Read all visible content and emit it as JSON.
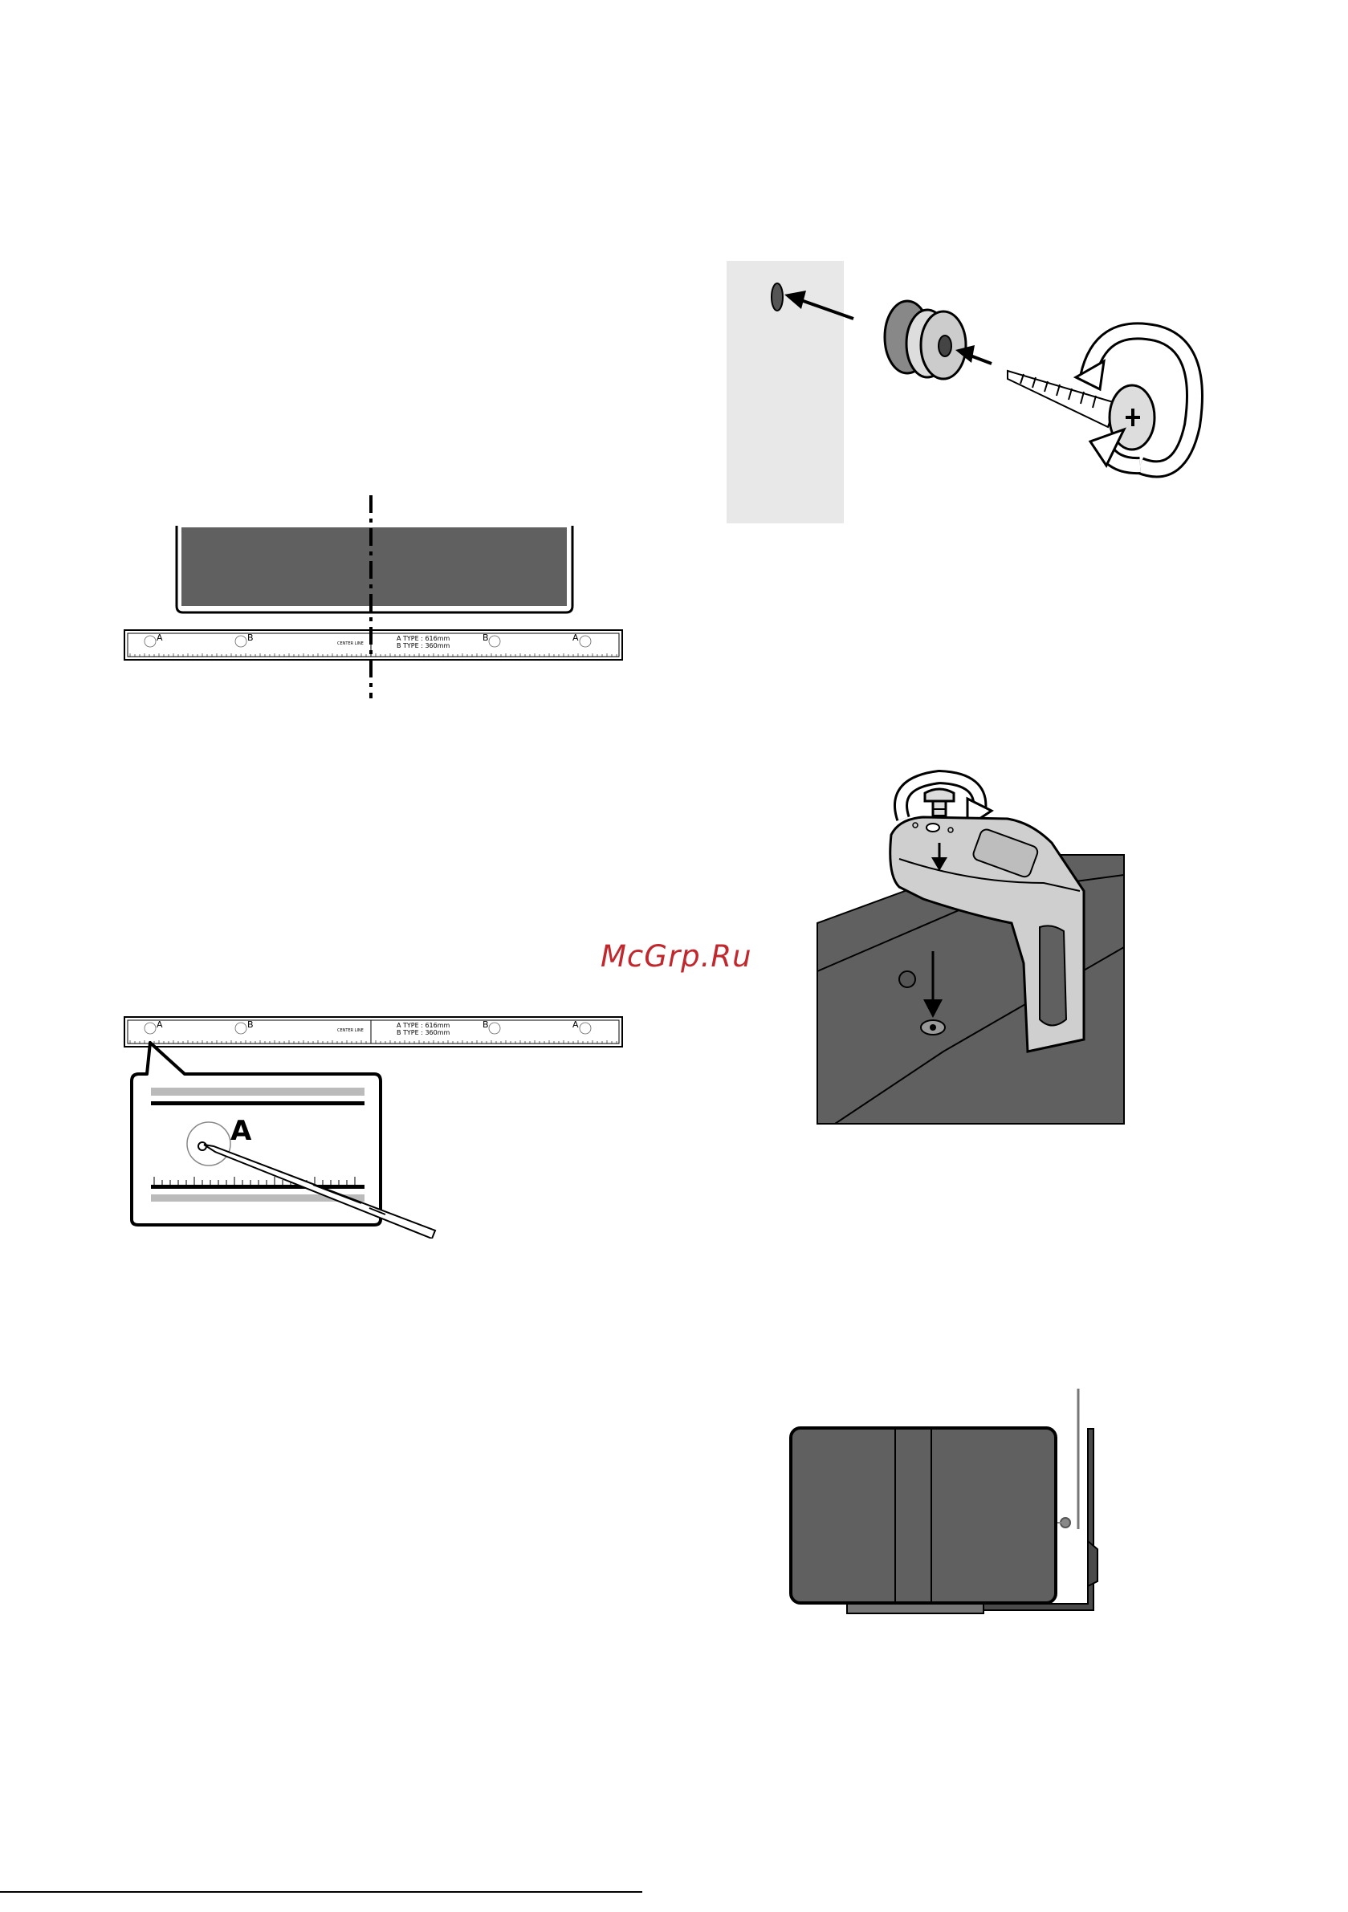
{
  "template": {
    "label_a": "A",
    "label_b": "B",
    "center_line": "CENTER LINE",
    "a_type": "A TYPE : 616mm",
    "b_type": "B TYPE : 360mm"
  },
  "magnifier": {
    "label": "A"
  },
  "watermark": {
    "text": "McGrp.Ru",
    "color": "#c0282d"
  },
  "colors": {
    "panel_dark": "#616061",
    "wall_gray": "#e8e8e8",
    "bracket_gray": "#cfcfcf",
    "wall_mount_bar": "#4a4a4a"
  },
  "icons": [
    "rotate-arrow-icon",
    "arrow-icon",
    "screw-icon",
    "bracket-icon",
    "pen-icon"
  ]
}
